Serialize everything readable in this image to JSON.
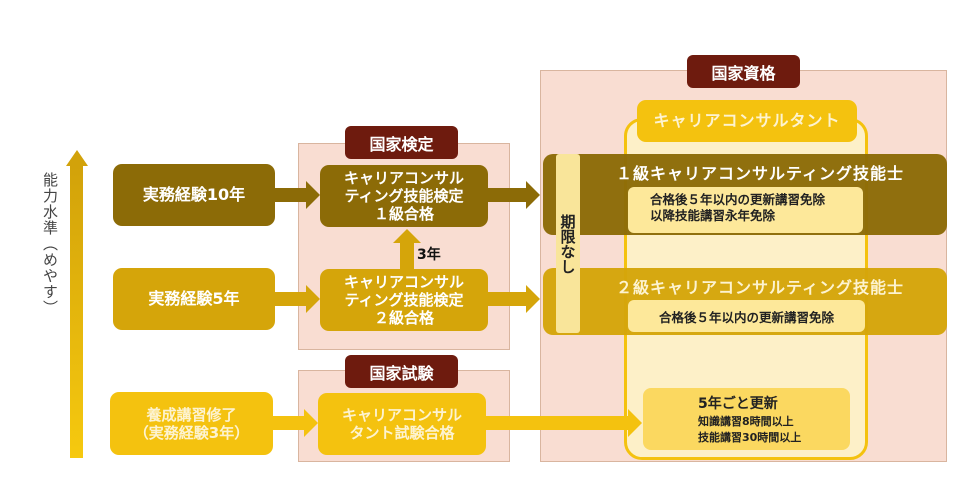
{
  "axis_label": "能力水準（めやす）",
  "left": {
    "exp10": "実務経験10年",
    "exp5": "実務経験5年",
    "training": "養成講習修了\n（実務経験3年）"
  },
  "kentei": {
    "tag": "国家検定",
    "grade1": "キャリアコンサル\nティング技能検定\n１級合格",
    "grade2": "キャリアコンサル\nティング技能検定\n２級合格",
    "years": "3年"
  },
  "shiken": {
    "tag": "国家試験",
    "pass": "キャリアコンサル\nタント試験合格"
  },
  "shikaku": {
    "tag": "国家資格",
    "consultant": "キャリアコンサルタント",
    "no_limit": "期限なし",
    "grade1_title": "１級キャリアコンサルティング技能士",
    "grade1_note": "合格後５年以内の更新講習免除\n以降技能講習永年免除",
    "grade2_title": "２級キャリアコンサルティング技能士",
    "grade2_note": "合格後５年以内の更新講習免除",
    "renew_title": "5年ごと更新",
    "renew_line1": "知識講習8時間以上",
    "renew_line2": "技能講習30時間以上"
  },
  "colors": {
    "dark": "#8c6b07",
    "mid": "#d5a50a",
    "bright": "#f4c20f",
    "tag": "#6e1b0e",
    "panel": "#f9ddd2"
  }
}
